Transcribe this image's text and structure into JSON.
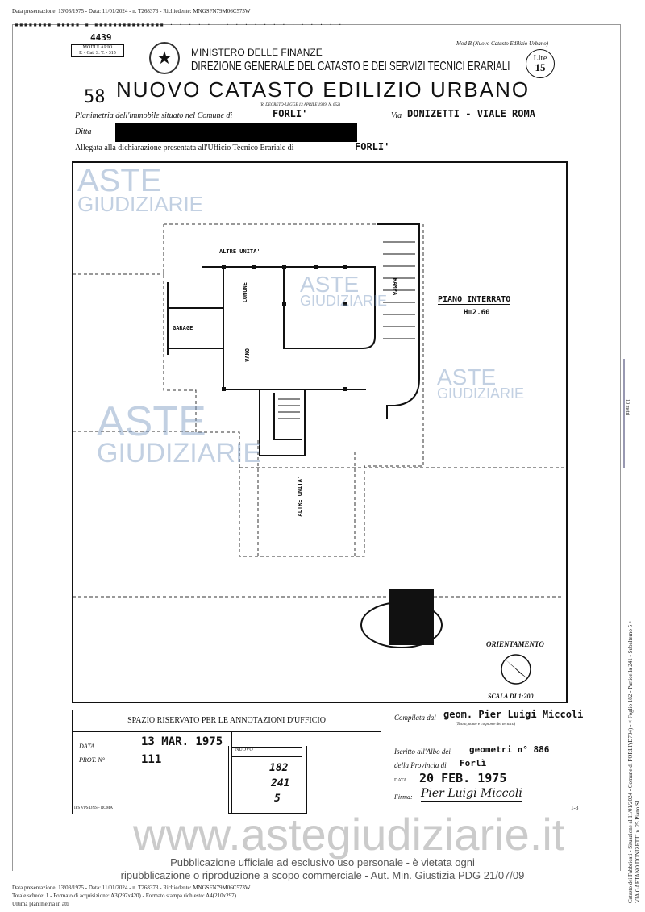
{
  "top_line": "Data presentazione: 13/03/1975 - Data: 11/01/2024 - n. T268373 - Richiedente: MNGSFN79M06C573W",
  "header": {
    "handwritten_ref": "4439",
    "modulario": "MODULARIO",
    "modulario_code": "F. - Cat. S. T. - 315",
    "ministry": "MINISTERO DELLE FINANZE",
    "direction": "DIREZIONE GENERALE DEL CATASTO E DEI SERVIZI TECNICI ERARIALI",
    "mod": "Mod B (Nuovo Catasto Edilizio Urbano)",
    "stamp_lire": "Lire",
    "stamp_value": "15",
    "sheet_number": "58",
    "title": "NUOVO CATASTO EDILIZIO URBANO",
    "decree": "(R. DECRETO-LEGGE 13 APRILE 1939, N. 652)",
    "planimetria_label": "Planimetria dell'immobile situato nel Comune di",
    "comune": "FORLI'",
    "via_label": "Via",
    "via": "DONIZETTI - VIALE ROMA",
    "ditta_label": "Ditta",
    "allegata_label": "Allegata alla dichiarazione presentata all'Ufficio Tecnico Erariale di",
    "ufficio": "FORLI'"
  },
  "plan": {
    "labels": [
      "ALTRE UNITA'",
      "COMUNE",
      "GARAGE",
      "VANO",
      "RAMPA",
      "ALTRE UNITA'"
    ],
    "floor": "PIANO INTERRATO",
    "height": "H=2.60",
    "orientation": "ORIENTAMENTO",
    "scale": "SCALA DI 1:200",
    "scale_bar_label": "10 metri"
  },
  "office": {
    "title": "SPAZIO RISERVATO PER LE ANNOTAZIONI D'UFFICIO",
    "data_label": "DATA",
    "data_value": "13 MAR. 1975",
    "prot_label": "PROT. N°",
    "prot_value": "111",
    "stamp_head": "NUOVO",
    "foglio": "182",
    "particella": "241",
    "subalterno": "5",
    "printer": "IPS VPS DNS - ROMA"
  },
  "compiler": {
    "compilata_label": "Compilata dal",
    "compilata_value": "geom. Pier Luigi Miccoli",
    "compilata_hint": "(Titolo, nome e cognome del tecnico)",
    "albo_label": "Iscritto all'Albo dei",
    "albo_value": "geometri n° 886",
    "provincia_label": "della Provincia di",
    "provincia_value": "Forlì",
    "data_label": "DATA",
    "data_value": "20 FEB. 1975",
    "firma_label": "Firma:",
    "firma_value": "Pier Luigi Miccoli",
    "page_mark": "1-3"
  },
  "watermark": {
    "brand_top": "ASTE",
    "brand_bottom": "GIUDIZIARIE",
    "site": "www.astegiudiziarie.it",
    "notice_1": "Pubblicazione ufficiale ad esclusivo uso personale - è vietata ogni",
    "notice_2": "ripubblicazione o riproduzione a scopo commerciale - Aut. Min. Giustizia PDG 21/07/09"
  },
  "footer": {
    "line1": "Data presentazione: 13/03/1975 - Data: 11/01/2024 - n. T268373 - Richiedente: MNGSFN79M06C573W",
    "line2": "Totale schede: 1 - Formato di acquisizione: A3(297x420) - Formato stampa richiesto: A4(210x297)",
    "line3": "Ultima planimetria in atti"
  },
  "side": {
    "line1": "Catasto dei Fabbricati - Situazione al 11/01/2024 - Comune di FORLI'(D704) - < Foglio 182 - Particella 241 - Subalterno 5 >",
    "line2": "VIA GAETANO DONIZETTI n. 25 Piano S1"
  }
}
